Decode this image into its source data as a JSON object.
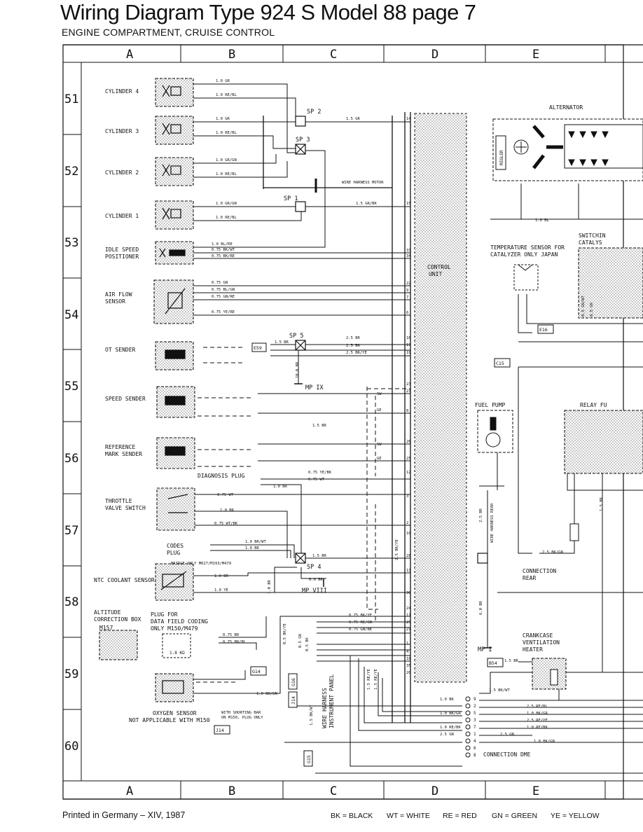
{
  "header": {
    "title": "Wiring Diagram Type 924 S Model 88 page 7",
    "subtitle": "ENGINE COMPARTMENT, CRUISE CONTROL"
  },
  "grid": {
    "columns": [
      "A",
      "B",
      "C",
      "D",
      "E"
    ],
    "rows": [
      "51",
      "52",
      "53",
      "54",
      "55",
      "56",
      "57",
      "58",
      "59",
      "60"
    ]
  },
  "components": {
    "cyl4": "CYLINDER 4",
    "cyl3": "CYLINDER 3",
    "cyl2": "CYLINDER 2",
    "cyl1": "CYLINDER 1",
    "idle1": "IDLE SPEED",
    "idle2": "POSITIONER",
    "air1": "AIR FLOW",
    "air2": "SENSOR",
    "ot": "OT SENDER",
    "speed": "SPEED SENDER",
    "ref1": "REFERENCE",
    "ref2": "MARK SENDER",
    "diag": "DIAGNOSIS PLUG",
    "thr1": "THROTTLE",
    "thr2": "VALVE SWITCH",
    "codes1": "CODES",
    "codes2": "PLUG",
    "bridge": "BRIDGE ONLY M027/M193/M479",
    "ntc": "NTC COOLANT SENSOR",
    "alt1": "ALTITUDE",
    "alt2": "CORRECTION BOX",
    "alt3": "M157",
    "plug1": "PLUG FOR",
    "plug2": "DATA FIELD CODING",
    "plug3": "ONLY M150/M479",
    "resist": "1.8 KΩ",
    "oxy1": "OXYGEN SENSOR",
    "oxy2": "NOT APPLICABLE WITH M150",
    "short1": "WITH SHORTING BAR",
    "short2": "ON M150, PLUG ONLY",
    "alternator": "ALTERNATOR",
    "regler": "REGLER",
    "temp1": "TEMPERATURE SENSOR FOR",
    "temp2": "CATALYZER ONLY JAPAN",
    "switch1": "SWITCHIN",
    "switch2": "CATALYS",
    "fuelpump": "FUEL PUMP",
    "relay": "RELAY FU",
    "conn1": "CONNECTION",
    "conn2": "REAR",
    "crank1": "CRANKCASE",
    "crank2": "VENTILATION",
    "crank3": "HEATER",
    "dme": "CONNECTION DME",
    "ctrl1": "CONTROL",
    "ctrl2": "UNIT",
    "harnessMotor": "WIRE HARNESS MOTOR",
    "harnessPanel1": "WIRE HARNESS",
    "harnessPanel2": "INSTRUMENT PANEL",
    "harnessRear": "WIRE HARNESS REAR"
  },
  "splices": {
    "sp1": "SP 1",
    "sp2": "SP 2",
    "sp3": "SP 3",
    "sp4": "SP 4",
    "sp5": "SP 5",
    "mp9": "MP IX",
    "mp8": "MP VIII",
    "mp1": "MP I"
  },
  "connectors": {
    "e59": "E59",
    "e16": "E16",
    "c15": "C15",
    "g14": "G14",
    "g16": "G16",
    "j14a": "J14",
    "j14b": "J14",
    "g15": "G15",
    "b54": "B54"
  },
  "wires": {
    "w1": "1.0 GR",
    "w2": "1.0 RE/BL",
    "w3": "1.0 GR",
    "w4": "1.0 RE/BL",
    "w5": "1.0 GR/GN",
    "w6": "1.0 RE/BL",
    "w7": "1.0 GR/GN",
    "w8": "1.0 RE/BL",
    "w9": "1.0 BL/RE",
    "w10": "0.75 BK/WT",
    "w11": "0.75 BK/RE",
    "w12": "0.75 GN",
    "w13": "0.75 BL/GN",
    "w14": "0.75 GN/RE",
    "w15": "0.75 YE/RE",
    "w16": "1.5 GR",
    "w17": "1.5 GR/BK",
    "w18": "1.5 BR",
    "w19": "2.5 BR",
    "w20": "2.5 BR",
    "w21": "2.5 BR/YE",
    "w22": "10.0 BR",
    "w23": "1.5 BR",
    "w24": "0.75 YE/BK",
    "w25": "0.75 WT",
    "w26": "1.0 BR",
    "w27": "0.75 WT",
    "w28": "1.0 BR",
    "w29": "0.75 WT/BK",
    "w30": "1.0 BR/WT",
    "w31": "1.0 BR",
    "w32": "1.5 BR",
    "w33": "6.0 BR",
    "w34": "1.0 BR",
    "w35": "1.0 YE",
    "w36": "1.0 BR",
    "w37": "2.5 BR/YE",
    "w38": "0.75 BK/YE",
    "w39": "0.75 RE/GN",
    "w40": "0.75 GN/BK",
    "w41": "0.75 BR",
    "w42": "0.75 BR/BL",
    "w43": "1.0 BK/GN",
    "w44": "0.5 BK/YE",
    "w45": "0.5 GN",
    "w46": "0.5 BK",
    "w47": "1.5 BK/WT",
    "w48": "1.5 RE/YE",
    "w49": "1.5 RE/YE",
    "w50": "1.0 BK",
    "w51": "1.0 BK/GR",
    "w52": "1.0 RE/BK",
    "w53": "2.5 GN",
    "w54": "2.5 GN",
    "w55": "1.5 BR",
    "w56": "1.5 BK/WT",
    "w57": "2.5 RE/BL",
    "w58": "1.0 BK/GR",
    "w59": "2.5 RE/YE",
    "w60": "1.0 RE/BK",
    "w61": "1.0 BK/GN",
    "w62": "2.5 BK/GN",
    "w63": "2.5 BR",
    "w64": "6.0 BR",
    "w65": "1.0 BL",
    "w66": "0.5 GN/WT",
    "w67": "0.5 GN",
    "w68": "1.5 BR",
    "sw": "SW",
    "ge": "GE",
    "sw2": "SW",
    "ge2": "GE"
  },
  "pins": {
    "cu": [
      "14",
      "15",
      "33",
      "34",
      "22",
      "9",
      "7",
      "6",
      "16",
      "17",
      "19",
      "23",
      "27",
      "8",
      "26",
      "25",
      "12",
      "3",
      "2",
      "10",
      "28",
      "13",
      "30",
      "24",
      "11",
      "29",
      "21",
      "1",
      "4",
      "18",
      "35",
      "20"
    ],
    "dme": [
      "9",
      "2",
      "5",
      "3",
      "7",
      "1",
      "4",
      "6",
      "8"
    ]
  },
  "footer": {
    "printed": "Printed in Germany – XIV, 1987",
    "legend": [
      "BK = BLACK",
      "WT = WHITE",
      "RE = RED",
      "GN = GREEN",
      "YE = YELLOW"
    ]
  }
}
